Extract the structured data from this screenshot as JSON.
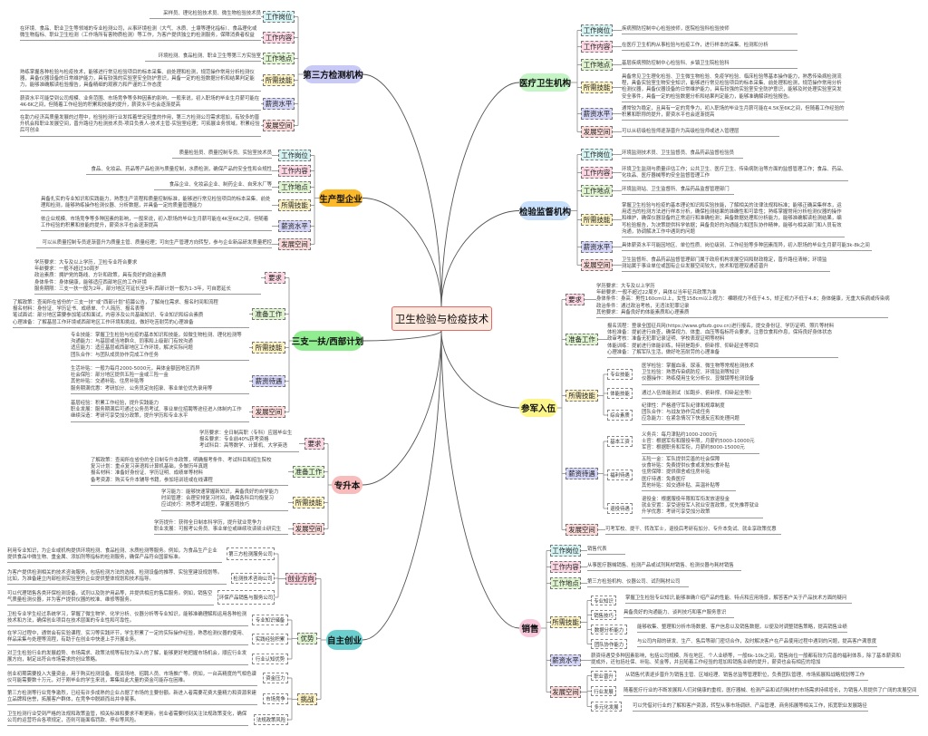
{
  "title": "卫生检验与检疫技术",
  "branches": [
    {
      "name": "第三方检测机构",
      "color": "#c9c9f6",
      "sections": [
        {
          "label": "工作岗位",
          "lines": [
            "采样员、理化检验技术员、微生物检验技术员"
          ]
        },
        {
          "label": "工作内容",
          "lines": [
            "在环境、食品、职业卫生等领域的专业检测公司，从事环境检测（大气、水质、土壤等理化指标）、食品理化或微生物指标、职业卫生检测（工作场所有害物质检测）等工作，为客户提供独立的检测服务，保障消费者权益"
          ]
        },
        {
          "label": "工作地点",
          "lines": [
            "环境检测、食品检测、职业卫生等第三方实验室"
          ]
        },
        {
          "label": "所需技能",
          "lines": [
            "熟练掌握各种检验与检疫技术，能够进行常见检验项目的标本采集、前处理和检测，规范操作常用分析检测仪器，具备仪器设备的日常维护能力，具有较强的实验室安全防护意识，具备一定的检验数据分析和结果判定能力，能够准确解读检验报告，具备精细的观察力和严谨的工作态度"
          ]
        },
        {
          "label": "薪资水平",
          "lines": [
            "薪资水平可能受到公司规模、业务范围、市场竞争等多种因素的影响，一般来说，初入职场的毕业生月薪可能在4K-6K之间，但随着工作经验的积累和技能的提升，薪资水平也会逐渐提高"
          ]
        },
        {
          "label": "发展空间",
          "lines": [
            "在助力经济高质量发展的过程中，检验检测行业发挥着举足轻重的作用，第三方检测公司需求增加，有较多的晋升机会和职业发展空间，晋升路径为检测技术员-项目负责人-技术主管-实验室经理；可拓展业务领域，积累经验后可创业"
          ]
        }
      ]
    },
    {
      "name": "生产型企业",
      "color": "#fbb829",
      "sections": [
        {
          "label": "工作岗位",
          "lines": [
            "质量检验员、质量控制专员、实验室技术员"
          ]
        },
        {
          "label": "工作内容",
          "lines": [
            "食品、化妆品、药品等产品检测与质量控制，水质检测，确保产品的安全性和合规性"
          ]
        },
        {
          "label": "工作地点",
          "lines": [
            "食品企业、化妆品企业、制药企业、自来水厂等"
          ]
        },
        {
          "label": "所需技能",
          "lines": [
            "具备扎实的专业知识和实践能力，熟悉生产流程和质量控制标准，能够进行常见检验项目的标本采集、前处理和检测，能够熟练操作检测仪器、分析数据，并具备一定的质量管理能力"
          ]
        },
        {
          "label": "薪资水平",
          "lines": [
            "依企业规模、市场竞争等多种因素的影响，一般来说，初入职场的毕业生月薪可能在4K至6K之间，但随着工作经验的积累和技能的提升，薪资水平也会逐渐提高"
          ]
        },
        {
          "label": "发展空间",
          "lines": [
            "可以从质量控制专员逐渐晋升为质量主管、质量经理；可向生产管理方向转型，参与企业新品研发质量把控"
          ]
        }
      ]
    },
    {
      "name": "三支一扶/西部计划",
      "color": "#90ee90",
      "sections": [
        {
          "label": "要求",
          "lines": [
            "学历要求：大专及以上学历，卫检专业符合要求",
            "年龄要求：一般不超过30周岁",
            "政治素质：拥护党的路线、方针和政策，具有良好的政治素质",
            "身体条件：身体健康，能够适应西部地区的工作环境",
            "服务期限：三支一扶一般为2年，部分地区可延长至3年;西部计划一般为1-3年，可自愿延长"
          ]
        },
        {
          "label": "准备工作",
          "lines": [
            "了解政策：查阅所在省份的“三支一扶”或“西部计划”招募公告，了解岗位需求、报名时间和流程",
            "报名材料：身份证、学历证书、成绩单、个人简历、报名表等",
            "笔试面试：部分地区需要参加笔试和面试，内容涉及公共基础知识、专业知识和综合素质",
            "心理准备：了解基层工作环境或西部地区工作环境和挑战，做好吃苦耐劳的心理准备"
          ]
        },
        {
          "label": "所需技能",
          "lines": [
            "专业技能：掌握卫生检验与检疫的基本知识和技能，如微生物检测、理化检测等",
            "沟通能力：与基层或当地群众、同事和上级部门有效沟通",
            "适应能力：适应基层或西部地区工作环境，解决实际问题",
            "团队合作：与团队成员协作完成工作任务"
          ]
        },
        {
          "label": "薪资待遇",
          "lines": [
            "生活补贴：一般为每月2000-5000元，具体金额因地区而异",
            "社会保险：部分地区提供五险一金或三险一金",
            "其他补贴：交通补贴、住房补贴等",
            "服务期满优惠：考研加分、公务员定向招录、事业单位优先录用等"
          ]
        },
        {
          "label": "发展空间",
          "lines": [
            "基层经验：积累工作经验，提升实践能力",
            "职业发展：服务期满后可通过公务员考试、事业单位招聘等途径进入体制内工作",
            "继续深造：考研可享受加分政策，提升学历和专业水平"
          ]
        }
      ]
    },
    {
      "name": "专升本",
      "color": "#f8bcbc",
      "sections": [
        {
          "label": "要求",
          "lines": [
            "学历要求：全日制高职（专科）应届毕业生",
            "报名要求：专业前40%获考资格",
            "考试科目：高等数学、计算机、大学英语"
          ]
        },
        {
          "label": "准备工作",
          "lines": [
            "了解政策：查阅所在省份的全日制专升本政策，明确报考条件、考试科目和招生院校",
            "复习计划：重点复习英语和计算机基础，多做历年真题",
            "报名材料：准备好身份证、学历证明、成绩单等材料",
            "备考资源：购买专升本辅导书籍，参加培训班或在线课程"
          ]
        },
        {
          "label": "所需技能",
          "lines": [
            "学习能力：能够快速掌握新知识，具备良好的自学能力",
            "时间管理：合理安排复习时间，确保各科目均衡复习",
            "应试技巧：熟悉考试题型，掌握答题技巧"
          ]
        },
        {
          "label": "发展空间",
          "lines": [
            "学历提升：获得全日制本科学历，提升就业竞争力",
            "职业发展：可报考公务员、事业单位或继续攻读硕士研究生"
          ]
        }
      ]
    },
    {
      "name": "自主创业",
      "color": "#6ccfcf",
      "sections": [
        {
          "label": "创业方向",
          "subs": [
            {
              "label": "第三方检测服务公司",
              "lines": [
                "利用专业知识，为企业或机构提供环境检测、食品检测、水质检测等服务。例如，为食品生产企业提供食品中微生物、重金属、添加剂等指标的检测服务，确保产品符合国家标准。"
              ]
            },
            {
              "label": "检测技术咨询公司",
              "lines": [
                "为客户提供检测相关的技术咨询服务，包括检测方法的选择、检测设备的推荐、实验室建设规划等。比如，为准备建立内部检测实验室的企业提供整体规划和技术指导。"
              ]
            },
            {
              "label": "环保产品销售与服务公司",
              "lines": [
                "可以代理销售各类环保检测设备，试剂以及防护用品等，并提供相应的售后服务。例如，销售空气质量检测仪器，并为客户提供仪器的校准、维修等服务。"
              ]
            }
          ]
        },
        {
          "label": "优势",
          "subs": [
            {
              "label": "专业知识储备",
              "lines": [
                "卫检专业学生经过系统学习，掌握了微生物学、化学分析、仪器分析等专业知识，能够准确理解和运用各种检测技术和方法，确保创业项目在技术层面的专业性和可靠性。"
              ]
            },
            {
              "label": "实践经验积累",
              "lines": [
                "在学习过程中，通常会有实验课程、实习等实践环节，学生积累了一定的实际操作经验，熟悉检测仪器的使用、样品采集与处理等流程，有助于在创业中快速上手开展业务。"
              ]
            },
            {
              "label": "行业认知优势",
              "lines": [
                "对卫生检验行业的发展趋势、市场需求、政策法规等有较为深入的了解，能够更好地把握市场机会，顺应行业发展方向，制定出符合市场需求的创业策略。"
              ]
            }
          ]
        },
        {
          "label": "挑战",
          "subs": [
            {
              "label": "资金压力",
              "lines": [
                "创业初期需要投入大量资金，用于购买检测设备、租赁场地、招聘人员、市场推广等。例如，一台高精度的气相色谱仪可能需要数十万元，对于刚毕业的学生来说，筹集如此大量的资金可能存在困难。"
              ]
            },
            {
              "label": "市场竞争",
              "lines": [
                "第三方检测等行业竞争激烈，已经有许多成熟的企业占据了市场的主要份额。新进入者需要花费大量精力和资源来建立品牌和信誉，拓展客户群体，在竞争中脱颖而出并非易事。"
              ]
            },
            {
              "label": "法规政策风险",
              "lines": [
                "卫生检测行业受到严格的法规和政策监管，相关标准和要求不断更新。创业者需要时刻关注法规政策变化，确保公司的运营符合各项规定，否则可能面临罚款、停业等风险。"
              ]
            }
          ]
        }
      ]
    },
    {
      "name": "医疗卫生机构",
      "color": "#c4f5c4",
      "sections": [
        {
          "label": "工作岗位",
          "lines": [
            "疾病预防控制中心检验技师，医院检验科检验技师"
          ]
        },
        {
          "label": "工作内容",
          "lines": [
            "在医疗卫生机构从事检验与检疫工作，进行样本的采集、检测和分析"
          ]
        },
        {
          "label": "工作地点",
          "lines": [
            "基层疾病预防控制中心检验科、乡镇卫生院检验科"
          ]
        },
        {
          "label": "所需技能",
          "lines": [
            "具备常见卫生理化检验、卫生微生物检验、免疫学检验、临床检验等基本操作能力，熟悉传染病检测流程，具备实验室生物安全知识，能够进行常见检验项目的标本采集、前处理和检测，规范操作常用分析检测仪器，具备仪器设备的日常维护能力，具有较强的实验室安全防护意识，能够及时处理实验室突发安全事件，具备一定的检验数据分析和结果判定能力，能够准确解读检验报告。"
          ]
        },
        {
          "label": "薪资水平",
          "lines": [
            "通常较为稳定，且具有一定的竞争力，初入职场的毕业生月薪可能在4.5K至6K之间，但随着工作经验的积累和职称的提升，薪资水平也会逐渐提高"
          ]
        },
        {
          "label": "发展空间",
          "lines": [
            "可以从初级检验师逐渐晋升为高级检验师或进入管理层"
          ]
        }
      ]
    },
    {
      "name": "检验监督机构",
      "color": "#c8e0fb",
      "sections": [
        {
          "label": "工作岗位",
          "lines": [
            "环境监测技术员、卫生监督员、食品药品监督检验员"
          ]
        },
        {
          "label": "工作内容",
          "lines": [
            "环境卫生监测与质量评估工作；公共卫生、医疗卫生、传染病防治等方面的监督管理工作；食品、药品、化妆品、医疗器械等的安全监督管理工作"
          ]
        },
        {
          "label": "工作地点",
          "lines": [
            "环境监测站、卫生监督所、食品药品监督管理部门"
          ]
        },
        {
          "label": "所需技能",
          "lines": [
            "掌握卫生检验与检疫的基本理论知识和实验技能，了解相关的法律法规和标准；能够正确采集样本，运用适当的检测方法进行样本分析，确保检测结果的准确性和可靠性；熟练掌握常用分析检测仪器的操作和维护，确保仪器设备的正常运行和准确检测；具备数据处理和分析能力，能够准确解读检测结果，编写检验报告，为决策提供科学依据；具备良好的沟通能力和团队协作精神，能够与相关部门和人员有效沟通，协调解决工作中遇到的问题"
          ]
        },
        {
          "label": "薪资水平",
          "lines": [
            "具体薪资水平可能因地区、单位性质、岗位级别、工作经验等多种因素而异，初入职场的毕业生月薪可能3k-8k之间"
          ]
        },
        {
          "label": "发展空间",
          "lines": [
            "卫生监督所、食品药品监督管理部门属于政府机构发展空间和财政稳定，晋升路径清晰；环境监测站属于事业单位或国有企业发展空间较大，技术和管理双通道晋升"
          ]
        }
      ]
    },
    {
      "name": "参军入伍",
      "color": "#fbf58a",
      "sections": [
        {
          "label": "要求",
          "lines": [
            "学历要求：大专及以上学历",
            "年龄要求:一般不超过22周岁，具体以当年征兵政策为准",
            "身体条件：身高：男性160cm以上，女性158cm以上视力：裸眼视力不低于4.5，矫正视力不低于4.8；身体健康，无重大疾病或传染病",
            "政治条件：通过政治考核，无违法犯罪记录",
            "其他要求：具备良好的体能素质和心理素质"
          ]
        },
        {
          "label": "准备工作",
          "lines": [
            "报名流程：登录全国征兵网(https://www.gfbzb.gov.cn)进行报名，提交身份证、学历证明、照片等材料",
            "体检准备：提前进行自查，确保视力、体重、血压等指标符合要求，注意饮食和作息，保持良好身体状态",
            "政审考核：准备无犯罪记录证明、学校表现证明等材料",
            "体能训练：提前进行体能训练，特别是跑步、俯卧撑、仰卧起坐等项目",
            "心理准备：了解军队生活，做好吃苦耐劳的心理准备"
          ]
        },
        {
          "label": "所需技能",
          "subs": [
            {
              "label": "专业技能",
              "lines": [
                "医学检验：掌握血液、尿液、微生物等常规检测技术",
                "卫生检验：熟悉传染病防控、环境监测等知识",
                "仪器操作：熟练使用生化分析仪、显微镜等检测设备"
              ]
            },
            {
              "label": "体能技能",
              "lines": [
                "通过入伍体能测试（如跑步、俯卧撑、仰卧起坐等）"
              ]
            },
            {
              "label": "综合素质",
              "lines": [
                "纪律性：严格遵守军队纪律和规章制度",
                "团队合作：与战友协作完成任务",
                "应急能力：在紧急情况下快速反应和处理问题"
              ]
            }
          ]
        },
        {
          "label": "薪资待遇",
          "subs": [
            {
              "label": "基本工资",
              "lines": [
                "义务兵：每月津贴约1000-2000元",
                "士官：根据军衔和服役年限，月薪约5000-10000元",
                "军官：根据职务和军衔，月薪约8000-15000元"
              ]
            },
            {
              "label": "福利待遇",
              "lines": [
                "五险一金：军队提供完善的社会保障",
                "伙食补贴：免费提供伙食或发放伙食补贴",
                "住房保障：提供宿舍或住房补贴",
                "医疗待遇：免费医疗",
                "其他补贴：如交通补贴、高温补贴等"
              ]
            },
            {
              "label": "退役待遇",
              "lines": [
                "退役金：根据服役年限和军衔发放退役金",
                "就业安置：享受退役军人就业安置政策，优先推荐就业",
                "升学优惠：考研可享受加分政策"
              ]
            }
          ]
        },
        {
          "label": "发展空间",
          "lines": [
            "可考军校、提干、转改军士，退役后考研有加分、专升本免试、就业享政策优惠"
          ]
        }
      ]
    },
    {
      "name": "销售",
      "color": "#f8c8da",
      "sections": [
        {
          "label": "工作岗位",
          "lines": [
            "销售代表"
          ]
        },
        {
          "label": "工作内容",
          "lines": [
            "从事医疗器械销售、检测产品或试剂耗材销售、检测仪器与耗材销售"
          ]
        },
        {
          "label": "工作地点",
          "lines": [
            "第三方检验机构、仪器公司、试剂耗材公司"
          ]
        },
        {
          "label": "所需技能",
          "subs": [
            {
              "label": "专业知识",
              "lines": [
                "掌握卫生检验专业知识,能够准确介绍产品的性能、特点和应用场景，解答客户关于产品技术方面的疑问"
              ]
            },
            {
              "label": "销售技巧",
              "lines": [
                "具备良好的沟通能力、谈判技巧和客户服务意识"
              ]
            },
            {
              "label": "数据分析能力",
              "lines": [
                "能够收集、整理和分析市场数据、客户信息以及销售数据，以便及时调整销售策略，提高销售业绩"
              ]
            },
            {
              "label": "团队协作能力",
              "lines": [
                "与公司内部的研发、生产、售后等部门密切合作，及时解决客户在产品使用过程中遇到的问题，提高客户满意度"
              ]
            }
          ]
        },
        {
          "label": "薪资水平",
          "lines": [
            "薪资待遇受多种因素影响，包括公司规模、所在地区、个人业绩等，一般6k-10k之间，销售岗位一般都有较为完善的福利体系，除了基本薪资和提成外，还包括社保、补贴、奖金等，并且随着工作经验的增加和销售业绩的提升，薪资也会有相应的增加"
          ]
        },
        {
          "label": "发展空间",
          "subs": [
            {
              "label": "职业晋升",
              "lines": [
                "从销售代表逐步晋升为销售主管、区域经理、销售总监等管理职位，负责团队管理、市场拓展和战略规划等工作"
              ]
            },
            {
              "label": "行业发展",
              "lines": [
                "随着医疗行业的不断发展和人们对健康的重视，医疗器械、检测产品和试剂耗材的市场需求持续增长，为销售人员提供了广阔的发展空间"
              ]
            },
            {
              "label": "多元化发展",
              "lines": [
                "可以凭借对行业的了解和客户资源，转型从事市场调研、产品管理、商务拓展等相关工作，拓宽职业发展路径"
              ]
            }
          ]
        }
      ]
    }
  ]
}
